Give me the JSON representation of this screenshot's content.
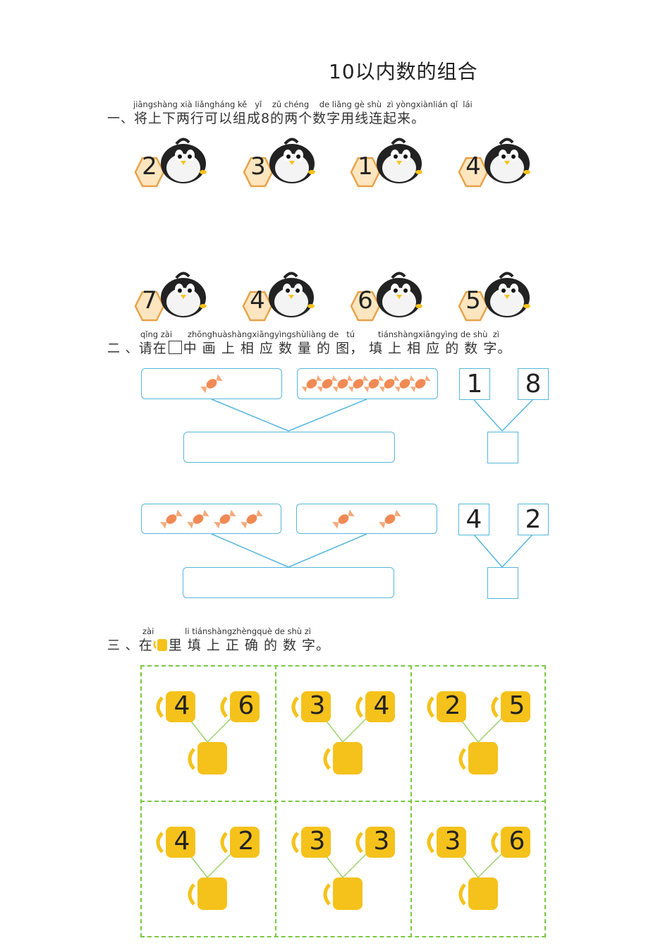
{
  "title": "10以内数的组合",
  "q1": {
    "num": "一、",
    "pinyin": [
      "jiāngshàng",
      "xià",
      "liǎngháng",
      "kě",
      "yǐ",
      "zǔ",
      "chéng",
      "de",
      "liǎng",
      "gè",
      "shù",
      "zì",
      "yòngxiànlián",
      "qǐ",
      "lái"
    ],
    "text": "将上下两行可以组成8的两个数字用线连起来。",
    "top_numbers": [
      "2",
      "3",
      "1",
      "4"
    ],
    "bottom_numbers": [
      "7",
      "4",
      "6",
      "5"
    ]
  },
  "q2": {
    "num": "二 、",
    "pinyin": [
      "qǐng",
      "zài",
      "zhōnghuàshàngxiāngyìngshùliàng",
      "de",
      "tú",
      "tiánshàngxiāngyìng",
      "de",
      "shù",
      "zì"
    ],
    "text_before": "请在",
    "text_after": "中 画 上 相 应 数 量 的 图， 填 上 相 应 的 数 字。",
    "groups": [
      {
        "left_candies": 1,
        "right_candies": 8,
        "num_left": "1",
        "num_right": "8"
      },
      {
        "left_candies": 4,
        "right_candies": 2,
        "num_left": "4",
        "num_right": "2"
      }
    ]
  },
  "q3": {
    "num": "三 、",
    "pinyin": [
      "zài",
      "li",
      "tiánshàngzhèngquè",
      "de",
      "shù",
      "zì"
    ],
    "text_before": "在",
    "text_after": "里 填 上  正 确 的 数 字。",
    "cells": [
      {
        "left": "4",
        "right": "6"
      },
      {
        "left": "3",
        "right": "4"
      },
      {
        "left": "2",
        "right": "5"
      },
      {
        "left": "4",
        "right": "2"
      },
      {
        "left": "3",
        "right": "3"
      },
      {
        "left": "3",
        "right": "6"
      }
    ]
  },
  "colors": {
    "accent_blue": "#55b7dd",
    "hex_fill": "#fde6bf",
    "hex_stroke": "#e8a24a",
    "cup": "#f5c21b",
    "dash_green": "#7ac943",
    "candy": "#f08a54"
  }
}
